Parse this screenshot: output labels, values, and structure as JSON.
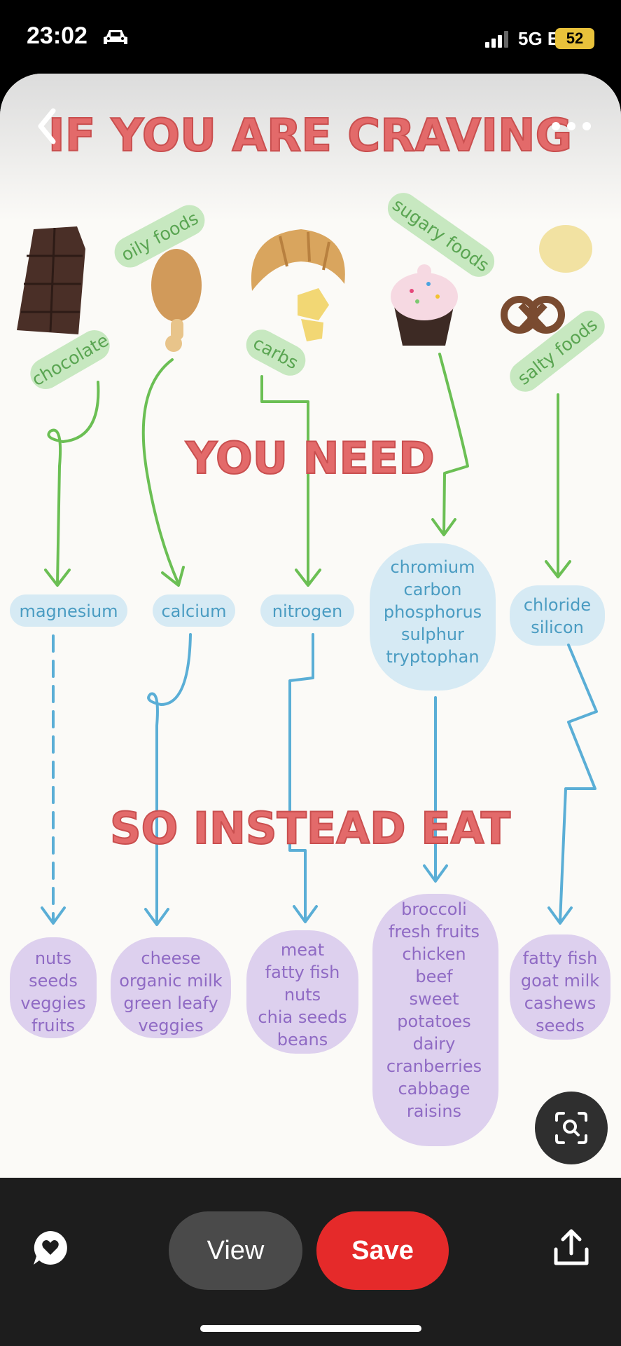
{
  "status": {
    "time": "23:02",
    "network": "5G E",
    "battery": "52"
  },
  "infographic": {
    "title": "IF YOU ARE CRAVING",
    "cravings": [
      "chocolate",
      "oily foods",
      "carbs",
      "sugary foods",
      "salty foods"
    ],
    "need_heading": "YOU NEED",
    "nutrients": [
      [
        "magnesium"
      ],
      [
        "calcium"
      ],
      [
        "nitrogen"
      ],
      [
        "chromium",
        "carbon",
        "phosphorus",
        "sulphur",
        "tryptophan"
      ],
      [
        "chloride",
        "silicon"
      ]
    ],
    "eat_heading": "SO INSTEAD EAT",
    "foods": [
      [
        "nuts",
        "seeds",
        "veggies",
        "fruits"
      ],
      [
        "cheese",
        "organic milk",
        "green leafy",
        "veggies"
      ],
      [
        "meat",
        "fatty fish",
        "nuts",
        "chia seeds",
        "beans"
      ],
      [
        "broccoli",
        "fresh fruits",
        "chicken",
        "beef",
        "sweet",
        "potatoes",
        "dairy",
        "cranberries",
        "cabbage",
        "raisins"
      ],
      [
        "fatty fish",
        "goat milk",
        "cashews",
        "seeds"
      ]
    ]
  },
  "actions": {
    "view": "View",
    "save": "Save"
  },
  "icons": [
    "car-icon",
    "signal-icon",
    "battery-icon",
    "back-icon",
    "more-icon",
    "lens-icon",
    "comment-icon",
    "share-icon"
  ],
  "colors": {
    "title_red": "#e36a6a",
    "craving_green": "#c7e8c0",
    "nutrient_blue": "#d6eaf4",
    "food_purple": "#ddd0ee",
    "save_red": "#e52a2a"
  }
}
